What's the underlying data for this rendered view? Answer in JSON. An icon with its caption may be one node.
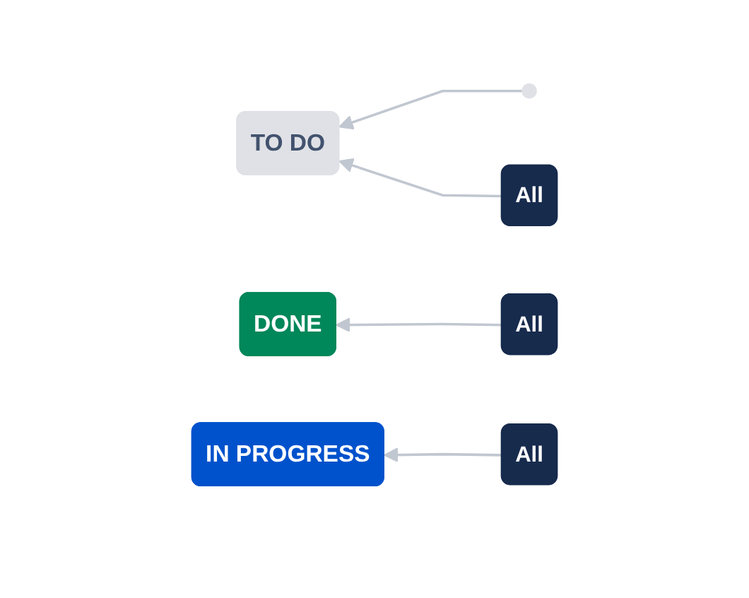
{
  "diagram": {
    "nodes": [
      {
        "text": [],
        "shape": "circle"
      },
      {
        "text": [
          "TO DO"
        ]
      },
      {
        "text": [
          "All"
        ]
      },
      {
        "text": [
          "DONE"
        ]
      },
      {
        "text": [
          "All"
        ]
      },
      {
        "text": [
          "IN PROGRESS"
        ]
      },
      {
        "text": [
          "All"
        ]
      }
    ],
    "edges": [
      {
        "from": 0,
        "to": 1,
        "arrow": "to"
      },
      {
        "from": 2,
        "to": 1,
        "arrow": "to"
      },
      {
        "from": 4,
        "to": 3,
        "arrow": "to"
      },
      {
        "from": 6,
        "to": 5,
        "arrow": "to"
      }
    ]
  }
}
